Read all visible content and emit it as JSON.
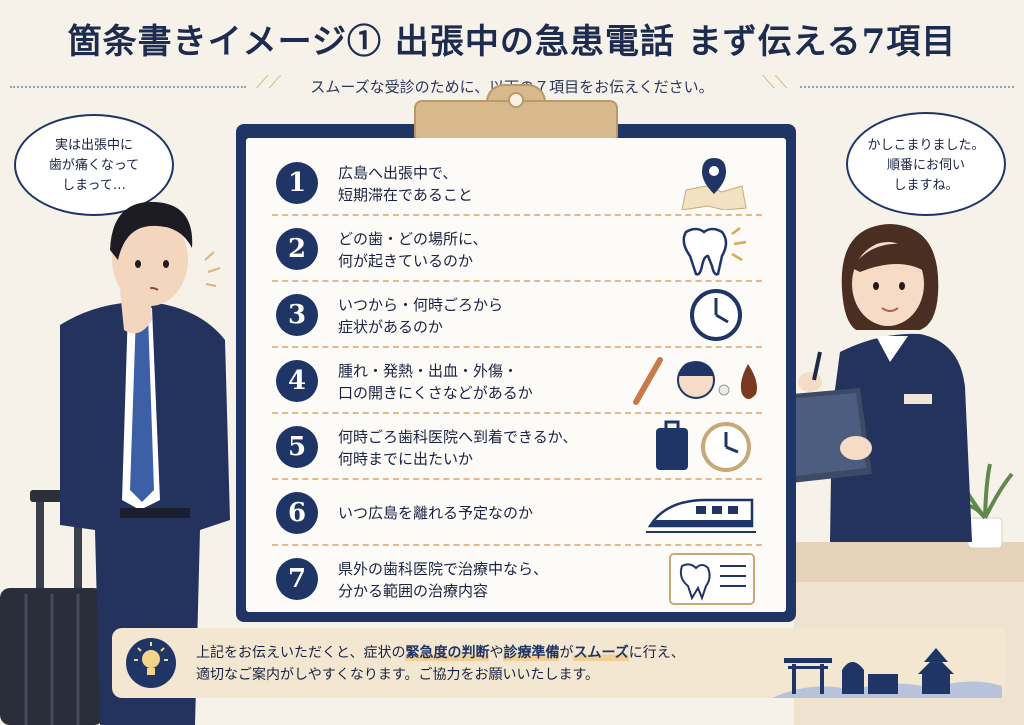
{
  "title": "箇条書きイメージ① 出張中の急患電話 まず伝える7項目",
  "subtitle": "スムーズな受診のために、以下の７項目をお伝えください。",
  "bubbles": {
    "left": [
      "実は出張中に",
      "歯が痛くなって",
      "しまって…"
    ],
    "right": [
      "かしこまりました。",
      "順番にお伺い",
      "しますね。"
    ]
  },
  "items": [
    {
      "num": "1",
      "line1": "広島へ出張中で、",
      "line2": "短期滞在であること",
      "icon": "map-pin-icon"
    },
    {
      "num": "2",
      "line1": "どの歯・どの場所に、",
      "line2": "何が起きているのか",
      "icon": "tooth-pain-icon"
    },
    {
      "num": "3",
      "line1": "いつから・何時ごろから",
      "line2": "症状があるのか",
      "icon": "clock-icon"
    },
    {
      "num": "4",
      "line1": "腫れ・発熱・出血・外傷・",
      "line2": "口の開きにくさなどがあるか",
      "icon": "symptoms-icon"
    },
    {
      "num": "5",
      "line1": "何時ごろ歯科医院へ到着できるか、",
      "line2": "何時までに出たいか",
      "icon": "suitcase-clock-icon"
    },
    {
      "num": "6",
      "line1": "いつ広島を離れる予定なのか",
      "line2": "",
      "icon": "bullet-train-icon"
    },
    {
      "num": "7",
      "line1": "県外の歯科医院で治療中なら、",
      "line2": "分かる範囲の治療内容",
      "icon": "dental-record-icon"
    }
  ],
  "banner": {
    "p1": "上記をお伝えいただくと、症状の",
    "h1": "緊急度の判断",
    "p2": "や",
    "h2": "診療準備",
    "p3": "が",
    "h3": "スムーズ",
    "p4": "に行え、",
    "line2": "適切なご案内がしやすくなります。ご協力をお願いいたします。"
  },
  "colors": {
    "navy": "#1f3566",
    "cream": "#f6f2ea",
    "gold": "#d7b98c",
    "dash": "#e1b98a"
  }
}
